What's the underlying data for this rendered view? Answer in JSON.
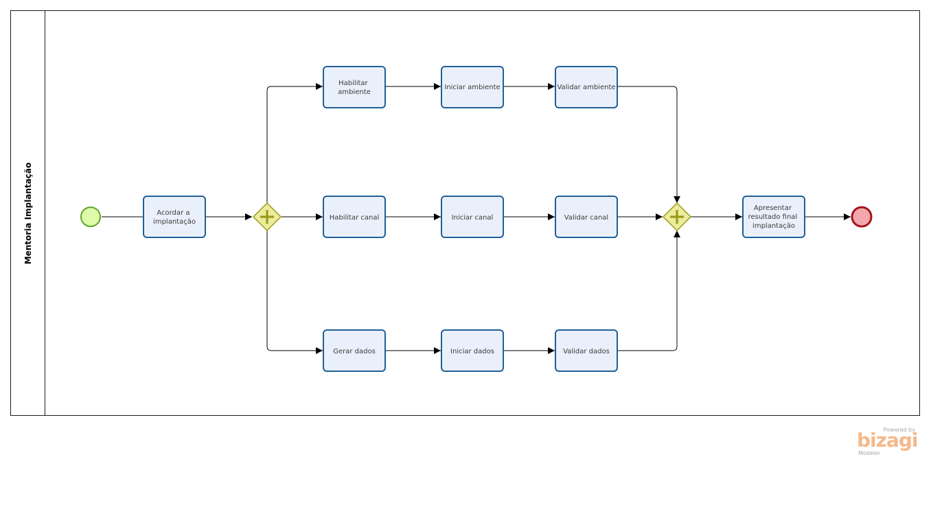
{
  "pool": {
    "title": "Mentoria Implantação"
  },
  "events": {
    "start": {
      "label": ""
    },
    "end": {
      "label": ""
    }
  },
  "tasks": {
    "acordar": [
      "Acordar a",
      "implantação"
    ],
    "habilitar_ambiente": [
      "Habilitar",
      "ambiente"
    ],
    "iniciar_ambiente": [
      "Iniciar ambiente"
    ],
    "validar_ambiente": [
      "Validar ambiente"
    ],
    "habilitar_canal": [
      "Habilitar canal"
    ],
    "iniciar_canal": [
      "Iniciar canal"
    ],
    "validar_canal": [
      "Validar canal"
    ],
    "gerar_dados": [
      "Gerar dados"
    ],
    "iniciar_dados": [
      "Iniciar dados"
    ],
    "validar_dados": [
      "Validar dados"
    ],
    "apresentar": [
      "Apresentar",
      "resultado final",
      "implantação"
    ]
  },
  "gateways": {
    "split": {
      "type": "parallel"
    },
    "join": {
      "type": "parallel"
    }
  },
  "colors": {
    "task_fill": "#eaf0fb",
    "task_border": "#1f5f97",
    "gateway_fill": "#ecec9c",
    "gateway_border": "#9a9a1c",
    "start_fill": "#dffaa8",
    "start_border": "#5aa523",
    "end_fill": "#f2a8ac",
    "end_border": "#a41418"
  },
  "watermark": {
    "powered_by": "Powered by",
    "brand": "bizagi",
    "product": "Modeler"
  }
}
